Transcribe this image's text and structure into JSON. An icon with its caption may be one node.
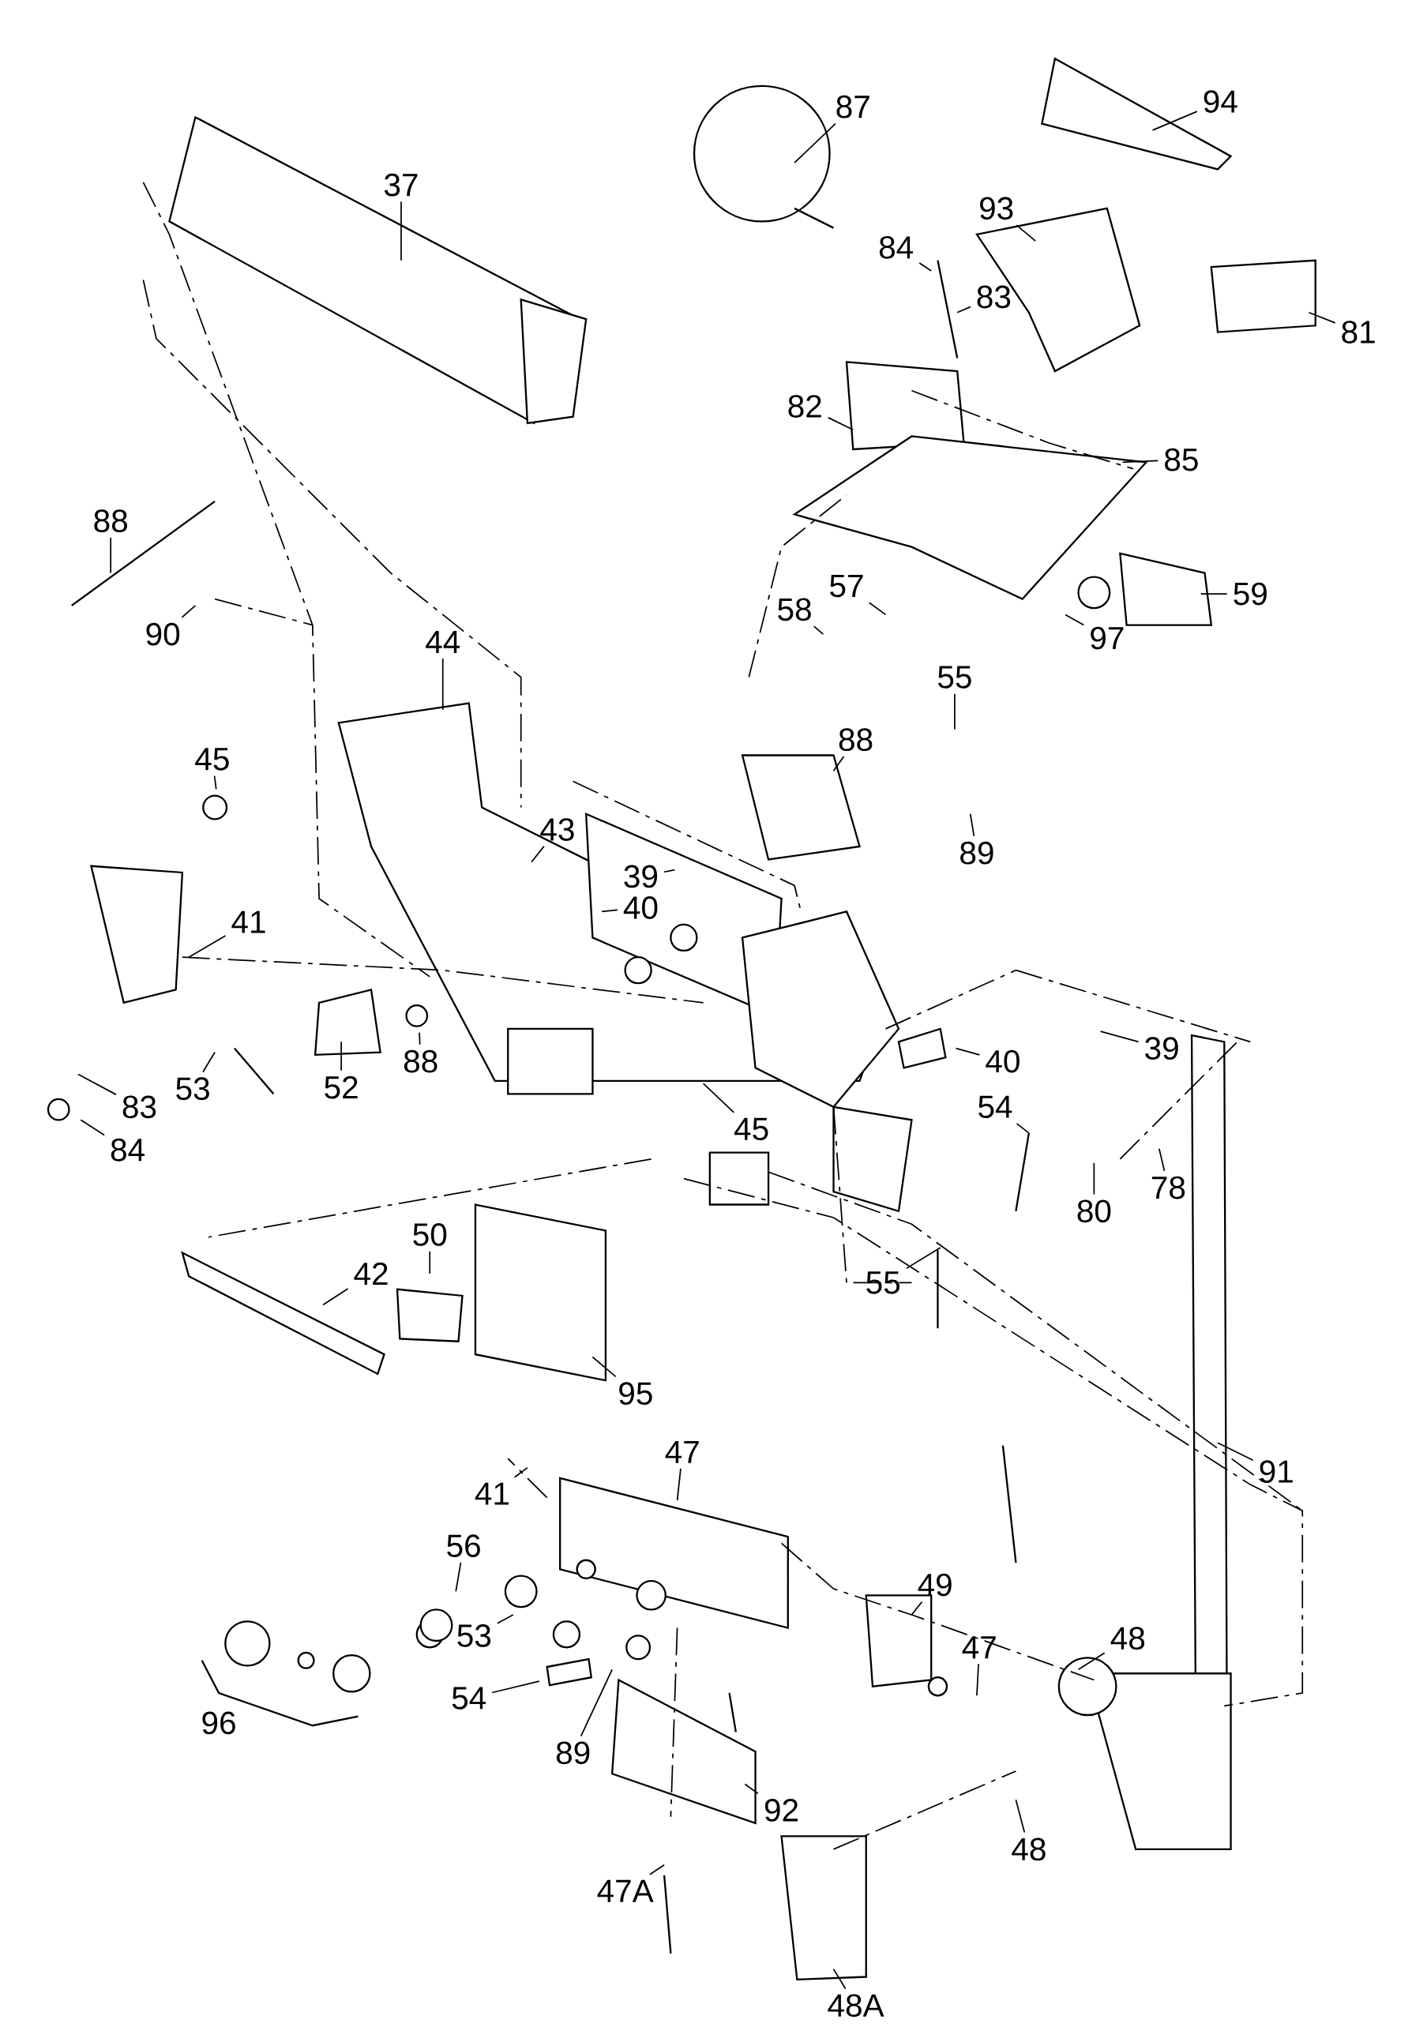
{
  "diagram": {
    "nodes": [
      {
        "text": [
          "37"
        ]
      },
      {
        "text": [
          "87"
        ]
      },
      {
        "text": [
          "94"
        ]
      },
      {
        "text": [
          "93"
        ]
      },
      {
        "text": [
          "84"
        ]
      },
      {
        "text": [
          "83"
        ]
      },
      {
        "text": [
          "81"
        ]
      },
      {
        "text": [
          "82"
        ]
      },
      {
        "text": [
          "85"
        ]
      },
      {
        "text": [
          "88"
        ]
      },
      {
        "text": [
          "90"
        ]
      },
      {
        "text": [
          "57"
        ]
      },
      {
        "text": [
          "58"
        ]
      },
      {
        "text": [
          "59"
        ]
      },
      {
        "text": [
          "97"
        ]
      },
      {
        "text": [
          "44"
        ]
      },
      {
        "text": [
          "55"
        ]
      },
      {
        "text": [
          "45"
        ]
      },
      {
        "text": [
          "88"
        ]
      },
      {
        "text": [
          "43"
        ]
      },
      {
        "text": [
          "39"
        ]
      },
      {
        "text": [
          "40"
        ]
      },
      {
        "text": [
          "41"
        ]
      },
      {
        "text": [
          "89"
        ]
      },
      {
        "text": [
          "52"
        ]
      },
      {
        "text": [
          "88"
        ]
      },
      {
        "text": [
          "53"
        ]
      },
      {
        "text": [
          "83"
        ]
      },
      {
        "text": [
          "84"
        ]
      },
      {
        "text": [
          "45"
        ]
      },
      {
        "text": [
          "40"
        ]
      },
      {
        "text": [
          "39"
        ]
      },
      {
        "text": [
          "54"
        ]
      },
      {
        "text": [
          "80"
        ]
      },
      {
        "text": [
          "78"
        ]
      },
      {
        "text": [
          "50"
        ]
      },
      {
        "text": [
          "42"
        ]
      },
      {
        "text": [
          "55"
        ]
      },
      {
        "text": [
          "95"
        ]
      },
      {
        "text": [
          "91"
        ]
      },
      {
        "text": [
          "47"
        ]
      },
      {
        "text": [
          "41"
        ]
      },
      {
        "text": [
          "56"
        ]
      },
      {
        "text": [
          "49"
        ]
      },
      {
        "text": [
          "48"
        ]
      },
      {
        "text": [
          "47"
        ]
      },
      {
        "text": [
          "53"
        ]
      },
      {
        "text": [
          "54"
        ]
      },
      {
        "text": [
          "89"
        ]
      },
      {
        "text": [
          "96"
        ]
      },
      {
        "text": [
          "92"
        ]
      },
      {
        "text": [
          "48"
        ]
      },
      {
        "text": [
          "47A"
        ]
      },
      {
        "text": [
          "48A"
        ]
      }
    ],
    "edges": [
      {
        "from": 0,
        "to": null,
        "arrow": "none"
      },
      {
        "from": 1,
        "to": null,
        "arrow": "none"
      },
      {
        "from": 2,
        "to": null,
        "arrow": "none"
      },
      {
        "from": 3,
        "to": null,
        "arrow": "none"
      },
      {
        "from": 4,
        "to": null,
        "arrow": "none"
      },
      {
        "from": 5,
        "to": null,
        "arrow": "none"
      },
      {
        "from": 6,
        "to": null,
        "arrow": "none"
      },
      {
        "from": 7,
        "to": null,
        "arrow": "none"
      },
      {
        "from": 8,
        "to": null,
        "arrow": "none"
      },
      {
        "from": 9,
        "to": null,
        "arrow": "none"
      },
      {
        "from": 10,
        "to": null,
        "arrow": "none"
      },
      {
        "from": 11,
        "to": null,
        "arrow": "none"
      },
      {
        "from": 12,
        "to": null,
        "arrow": "none"
      },
      {
        "from": 13,
        "to": null,
        "arrow": "none"
      },
      {
        "from": 14,
        "to": null,
        "arrow": "none"
      },
      {
        "from": 15,
        "to": null,
        "arrow": "none"
      },
      {
        "from": 16,
        "to": null,
        "arrow": "none"
      },
      {
        "from": 17,
        "to": null,
        "arrow": "none"
      },
      {
        "from": 18,
        "to": null,
        "arrow": "none"
      },
      {
        "from": 19,
        "to": null,
        "arrow": "none"
      },
      {
        "from": 20,
        "to": null,
        "arrow": "none"
      },
      {
        "from": 21,
        "to": null,
        "arrow": "none"
      },
      {
        "from": 22,
        "to": null,
        "arrow": "none"
      },
      {
        "from": 23,
        "to": null,
        "arrow": "none"
      },
      {
        "from": 24,
        "to": null,
        "arrow": "none"
      },
      {
        "from": 25,
        "to": null,
        "arrow": "none"
      },
      {
        "from": 26,
        "to": null,
        "arrow": "none"
      },
      {
        "from": 27,
        "to": null,
        "arrow": "none"
      },
      {
        "from": 28,
        "to": null,
        "arrow": "none"
      },
      {
        "from": 29,
        "to": null,
        "arrow": "none"
      },
      {
        "from": 30,
        "to": null,
        "arrow": "none"
      },
      {
        "from": 31,
        "to": null,
        "arrow": "none"
      },
      {
        "from": 32,
        "to": null,
        "arrow": "none"
      },
      {
        "from": 33,
        "to": null,
        "arrow": "none"
      },
      {
        "from": 34,
        "to": null,
        "arrow": "none"
      },
      {
        "from": 35,
        "to": null,
        "arrow": "none"
      },
      {
        "from": 36,
        "to": null,
        "arrow": "none"
      },
      {
        "from": 37,
        "to": null,
        "arrow": "none"
      },
      {
        "from": 38,
        "to": null,
        "arrow": "none"
      },
      {
        "from": 39,
        "to": null,
        "arrow": "none"
      },
      {
        "from": 40,
        "to": null,
        "arrow": "none"
      },
      {
        "from": 41,
        "to": null,
        "arrow": "none"
      },
      {
        "from": 42,
        "to": null,
        "arrow": "none"
      },
      {
        "from": 43,
        "to": null,
        "arrow": "none"
      },
      {
        "from": 44,
        "to": null,
        "arrow": "none"
      },
      {
        "from": 45,
        "to": null,
        "arrow": "none"
      },
      {
        "from": 46,
        "to": null,
        "arrow": "none"
      },
      {
        "from": 47,
        "to": null,
        "arrow": "none"
      },
      {
        "from": 48,
        "to": null,
        "arrow": "none"
      },
      {
        "from": 50,
        "to": null,
        "arrow": "none"
      },
      {
        "from": 51,
        "to": null,
        "arrow": "none"
      },
      {
        "from": 52,
        "to": null,
        "arrow": "none"
      },
      {
        "from": 53,
        "to": null,
        "arrow": "none"
      }
    ]
  }
}
